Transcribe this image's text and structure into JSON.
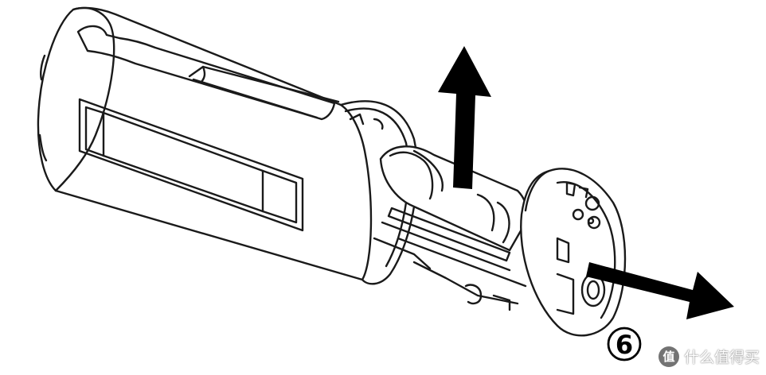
{
  "figure": {
    "step_number": "6",
    "arrow_color": "#000000",
    "line_color": "#1a1a1a",
    "fill_color": "#ffffff"
  },
  "watermark": {
    "logo_text": "值",
    "text": "什么值得买"
  }
}
